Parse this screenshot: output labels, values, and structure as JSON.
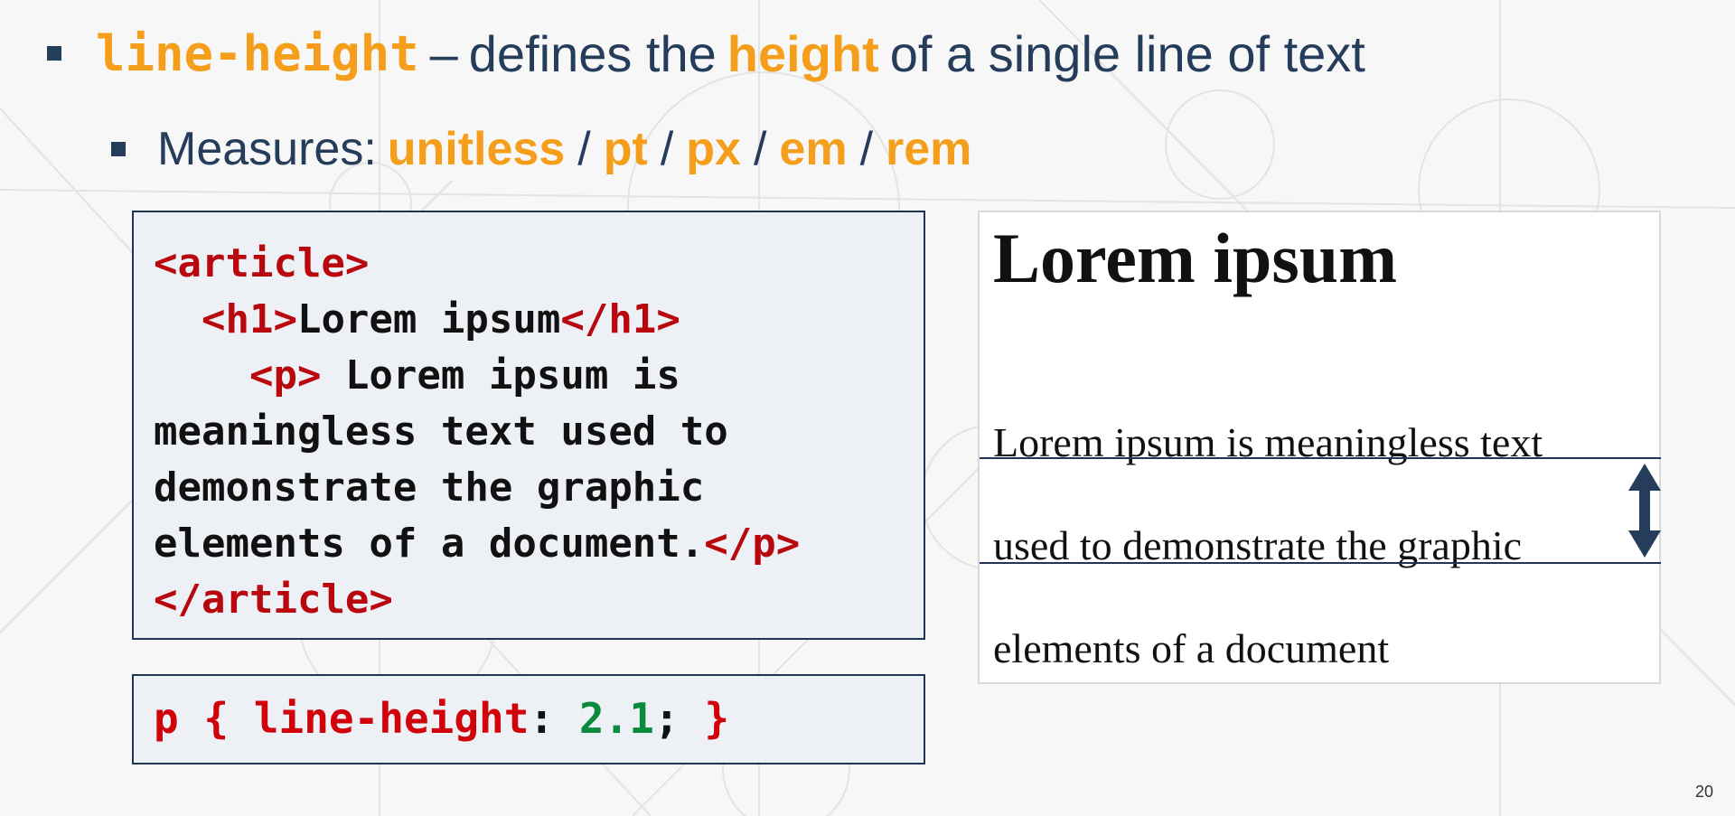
{
  "bullet1": {
    "property": "line-height",
    "dash": "–",
    "text_a": "defines the",
    "highlight": "height",
    "text_b": "of a single line of text"
  },
  "bullet2": {
    "label": "Measures:",
    "units": [
      "unitless",
      "pt",
      "px",
      "em",
      "rem"
    ],
    "separator": "/"
  },
  "html_code": {
    "l1_open_article": "<article>",
    "l2_open_h1": "<h1>",
    "l2_text": "Lorem ipsum",
    "l2_close_h1": "</h1>",
    "l3_open_p": "<p>",
    "l3_text": " Lorem ipsum is",
    "l4_text": "meaningless text used to",
    "l5_text": "demonstrate the graphic",
    "l6_text": "elements of a document.",
    "l6_close_p": "</p>",
    "l7_close_article": "</article>"
  },
  "css_code": {
    "selector": "p",
    "open_brace": "{",
    "property": "line-height",
    "colon": ":",
    "value": "2.1",
    "semicolon": ";",
    "close_brace": "}"
  },
  "preview": {
    "title": "Lorem ipsum",
    "lines": [
      "Lorem ipsum is meaningless text",
      "used to demonstrate the graphic",
      "elements of a document"
    ]
  },
  "page_number": "20",
  "colors": {
    "accent": "#f59e1b",
    "text": "#263c5b",
    "tag": "#b8070d",
    "code_value": "#0a8a3c"
  }
}
